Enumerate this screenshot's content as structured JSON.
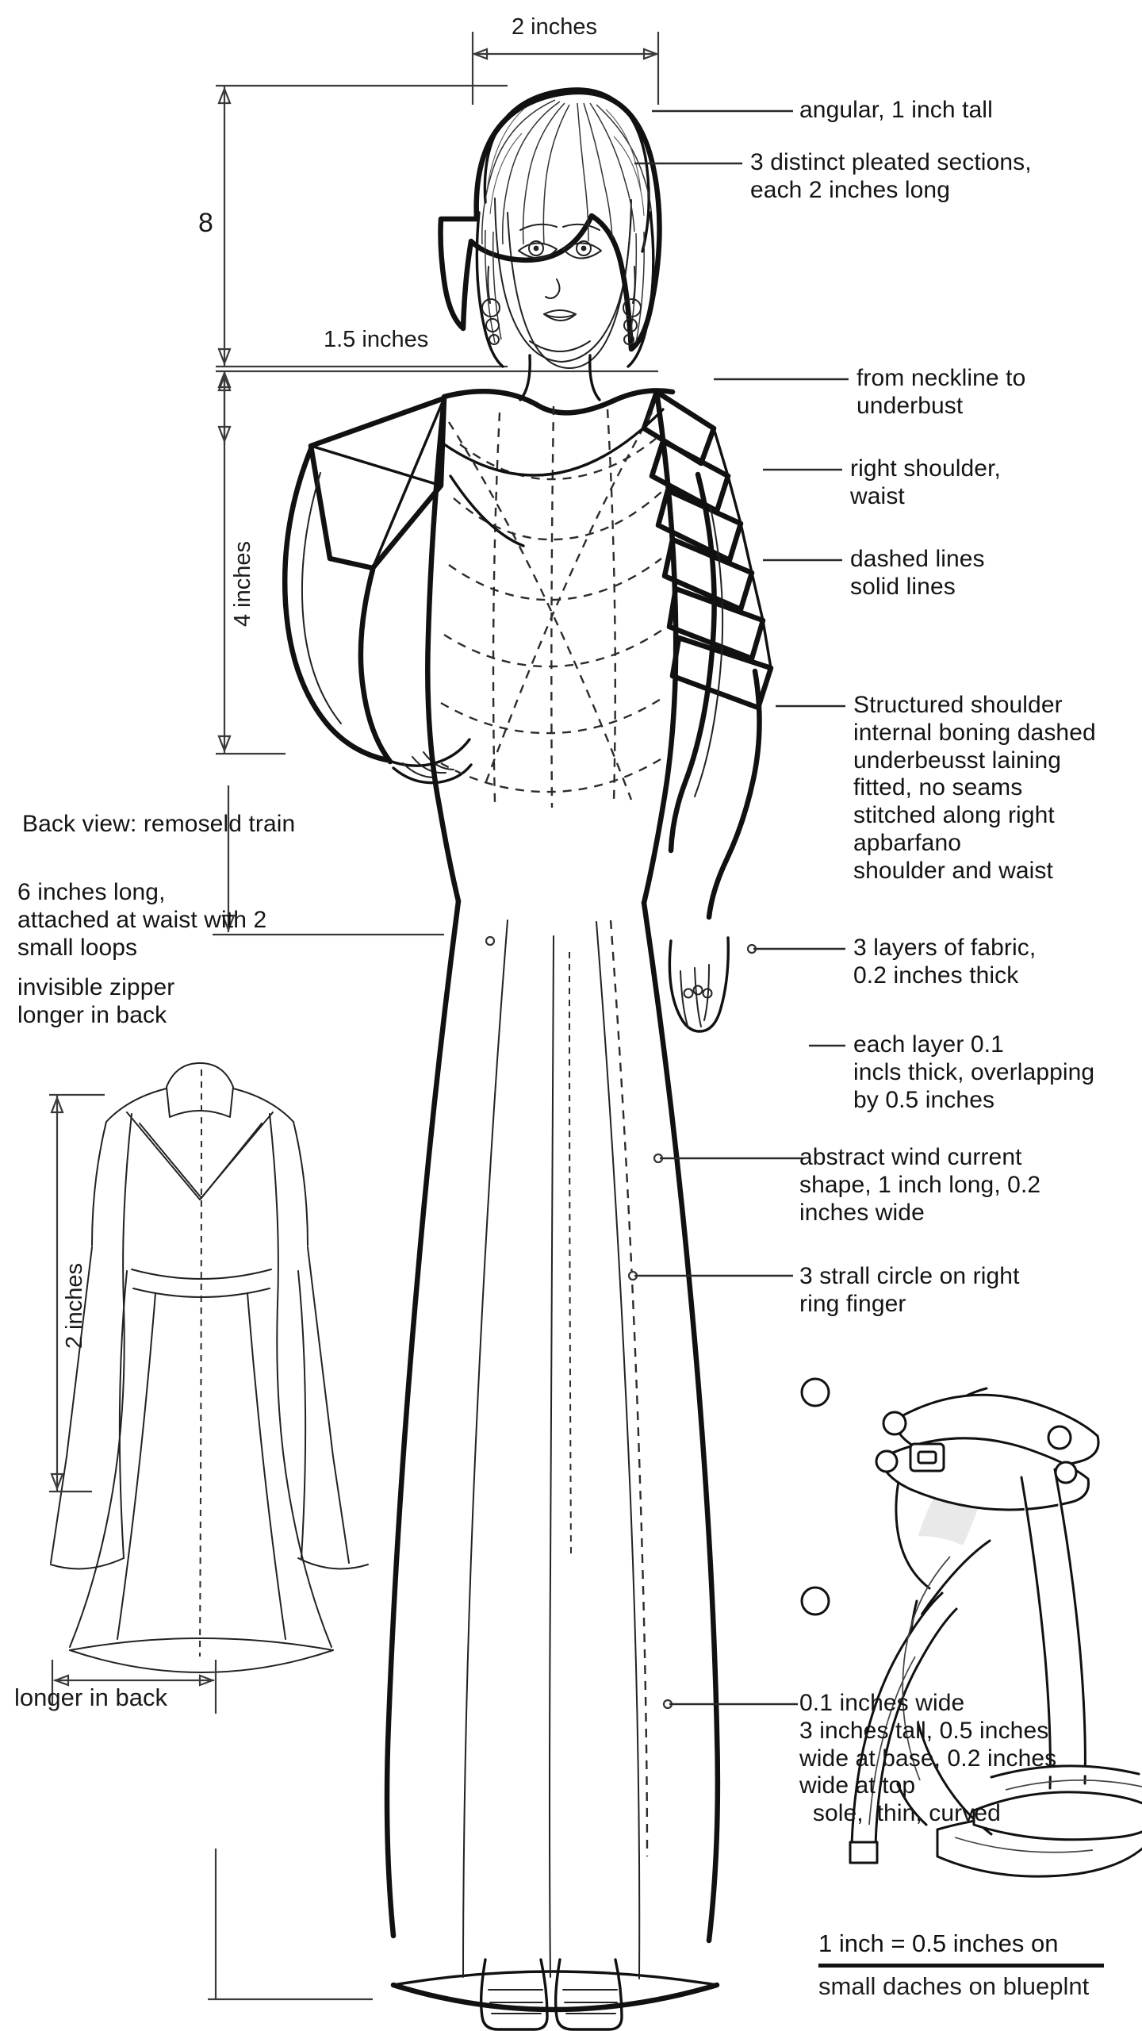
{
  "document": {
    "kind": "fashion-technical-blueprint",
    "background_color": "#ffffff",
    "ink_color": "#111111"
  },
  "dimensions": {
    "bust_width": "2 inches",
    "head_to_shoulder": "8",
    "shoulder_drop": "1.5 inches",
    "bodice_height": "4 inches",
    "back_view_height": "2 inches",
    "back_hem_note": "longer in back"
  },
  "annotations_right": [
    {
      "id": "hair-shape",
      "text": "angular, 1 inch tall"
    },
    {
      "id": "pleats",
      "text": "3 distinct pleated sections,\neach 2 inches long"
    },
    {
      "id": "neckline-span",
      "text": "from neckline to\nunderbust"
    },
    {
      "id": "asym-points",
      "text": "right shoulder,\nwaist"
    },
    {
      "id": "line-legend",
      "text": "dashed lines\nsolid lines"
    },
    {
      "id": "construction",
      "text": "Structured shoulder\ninternal boning dashed\nunderbeusst laining\nfitted, no seams\nstitched along right\napbarfano\nshoulder and waist"
    },
    {
      "id": "fabric-layers",
      "text": "3 layers of fabric,\n0.2 inches thick"
    },
    {
      "id": "layer-overlap",
      "text": "each layer 0.1\nincls thick, overlapping\nby 0.5 inches"
    },
    {
      "id": "wind-motif",
      "text": "abstract wind current\nshape, 1 inch long, 0.2\ninches wide"
    },
    {
      "id": "ring-detail",
      "text": "3 strall circle on right\nring finger"
    },
    {
      "id": "heel-spec",
      "text": "0.1 inches wide\n3 inches tall, 0.5 inches\nwide at base, 0.2 inches\nwide at top\n  sole,  thin, curved"
    }
  ],
  "annotations_left": [
    {
      "id": "back-view-title",
      "text": "Back view: remoseld train"
    },
    {
      "id": "train-spec",
      "text": "6 inches long,\nattached at waist with 2\nsmall loops"
    },
    {
      "id": "zipper-spec",
      "text": "invisible zipper\nlonger in back"
    }
  ],
  "scale_note": {
    "numerator": "1 inch = 0.5 inches on",
    "denominator": "small daches on blueplnt"
  }
}
